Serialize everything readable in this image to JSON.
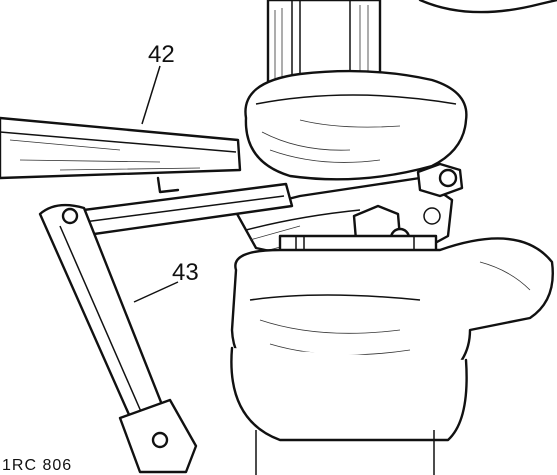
{
  "figure": {
    "callouts": {
      "label_42": "42",
      "label_43": "43"
    },
    "reference": "1RC 806"
  }
}
